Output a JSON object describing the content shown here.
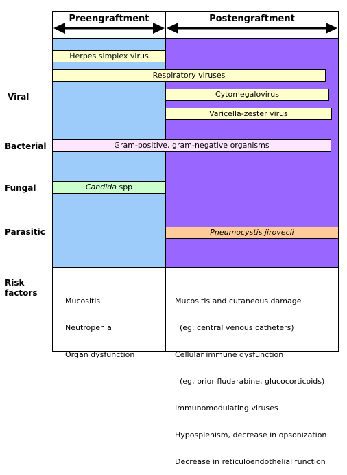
{
  "header": {
    "pre_label": "Preengraftment",
    "post_label": "Postengraftment"
  },
  "row_labels": {
    "viral": "Viral",
    "bacterial": "Bacterial",
    "fungal": "Fungal",
    "parasitic": "Parasitic",
    "risk_line1": "Risk",
    "risk_line2": "factors"
  },
  "bars": {
    "herpes": "Herpes simplex virus",
    "respiratory": "Respiratory viruses",
    "cmv": "Cytomegalovirus",
    "vzv": "Varicella-zester virus",
    "bacterial": "Gram-positive, gram-negative organisms",
    "candida_italic": "Candida",
    "candida_rest": " spp",
    "pneumocystis": "Pneumocystis jirovecii"
  },
  "risk_factors": {
    "pre": [
      "Mucositis",
      "Neutropenia",
      "Organ dysfunction"
    ],
    "post": [
      "Mucositis and cutaneous damage",
      "  (eg, central venous catheters)",
      "Cellular immune dysfunction",
      "  (eg, prior fludarabine, glucocorticoids)",
      "Immunomodulating viruses",
      "Hyposplenism, decrease in opsonization",
      "Decrease in reticuloendothelial function"
    ]
  },
  "colors": {
    "preengraftment_bg": "#9dcbfa",
    "postengraftment_bg": "#9966ff",
    "viral_bar": "#ffffcc",
    "bacterial_bar": "#ffe6ff",
    "fungal_bar": "#ccffcc",
    "parasitic_bar": "#ffcc99"
  }
}
